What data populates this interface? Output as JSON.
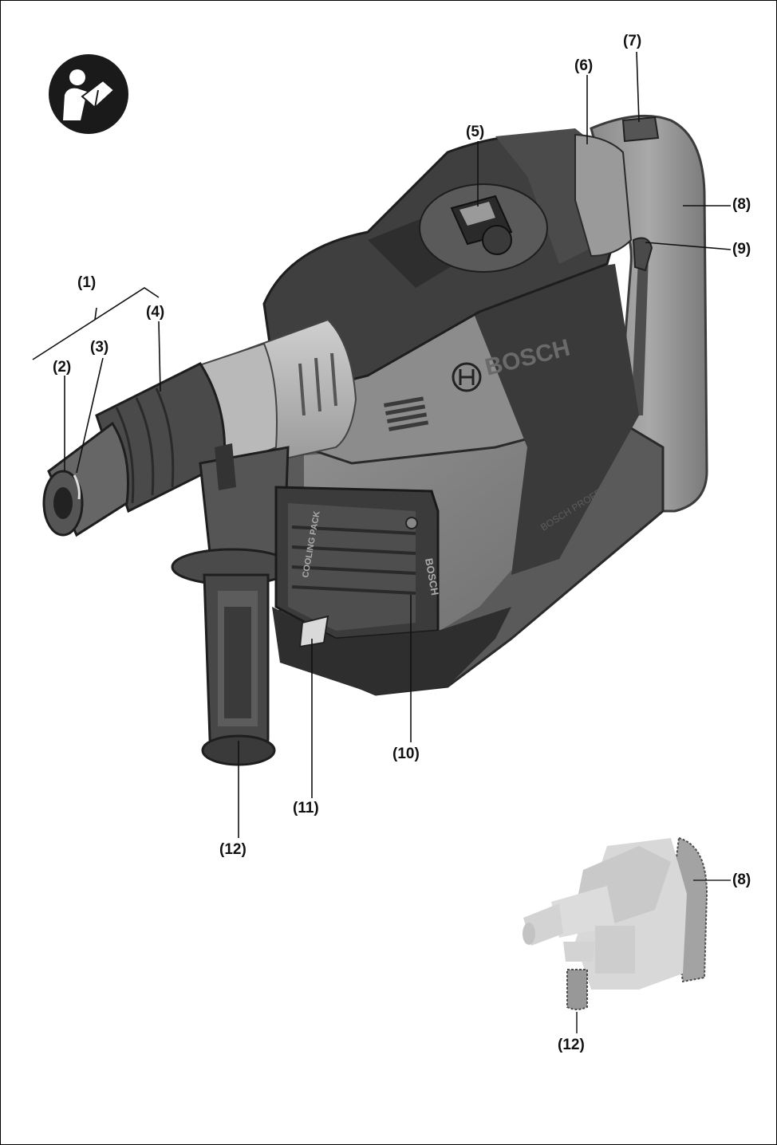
{
  "callouts": {
    "c1": "(1)",
    "c2": "(2)",
    "c3": "(3)",
    "c4": "(4)",
    "c5": "(5)",
    "c6": "(6)",
    "c7": "(7)",
    "c8": "(8)",
    "c9": "(9)",
    "c10": "(10)",
    "c11": "(11)",
    "c12": "(12)"
  },
  "inset_callouts": {
    "c8": "(8)",
    "c12": "(12)"
  },
  "brand": {
    "logo_text": "BOSCH",
    "battery_text": "BOSCH",
    "cooling_text": "COOLING PACK",
    "side_text": "BOSCH PROFESSIONAL"
  },
  "icons": {
    "manual": "read-manual-icon"
  },
  "colors": {
    "housing_dark": "#3a3a3a",
    "housing_mid": "#5e5e5e",
    "housing_light": "#9c9c9c",
    "chuck_light": "#c9c9c9",
    "inset_grey": "#d6d6d6",
    "ink": "#111111"
  }
}
